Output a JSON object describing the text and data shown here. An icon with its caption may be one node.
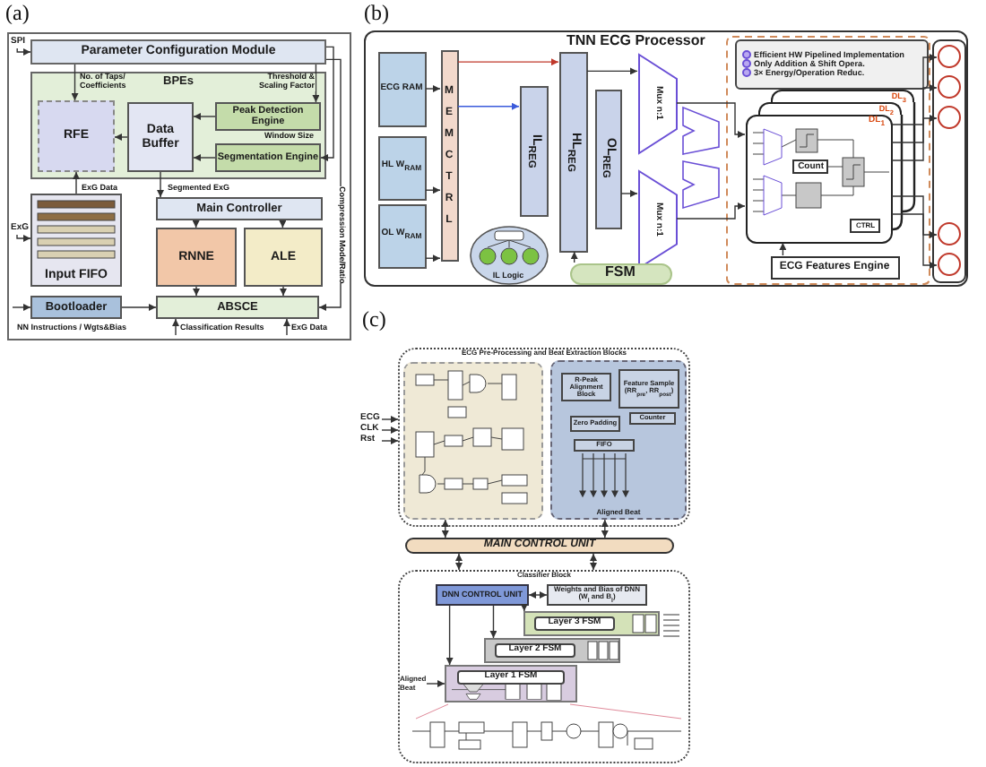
{
  "diagram": {
    "nodes": [
      {
        "text": [
          "Parameter Configuration Module"
        ]
      },
      {
        "text": [
          "BPEs"
        ]
      },
      {
        "text": [
          "RFE"
        ],
        "in": 1
      },
      {
        "text": [
          "Data Buffer"
        ],
        "in": 1
      },
      {
        "text": [
          "Peak Detection Engine"
        ],
        "in": 1
      },
      {
        "text": [
          "Segmentation Engine"
        ],
        "in": 1
      },
      {
        "text": [
          "Input FIFO"
        ]
      },
      {
        "text": [
          "Main Controller"
        ]
      },
      {
        "text": [
          "RNNE"
        ]
      },
      {
        "text": [
          "ALE"
        ]
      },
      {
        "text": [
          "Bootloader"
        ]
      },
      {
        "text": [
          "ABSCE"
        ]
      },
      {
        "text": [
          "TNN ECG Processor"
        ]
      },
      {
        "text": [
          "ECG RAM"
        ],
        "in": 12
      },
      {
        "text": [
          "HL W$_{RAM}$"
        ],
        "in": 12
      },
      {
        "text": [
          "OL W$_{RAM}$"
        ],
        "in": 12
      },
      {
        "text": [
          "MEM CTRL"
        ],
        "in": 12
      },
      {
        "text": [
          "IL$_{REG}$"
        ],
        "in": 12
      },
      {
        "text": [
          "HL$_{REG}$"
        ],
        "in": 12
      },
      {
        "text": [
          "OL$_{REG}$"
        ],
        "in": 12
      },
      {
        "text": [
          "Mux n:1"
        ],
        "in": 12
      },
      {
        "text": [
          "Mux n:1"
        ],
        "in": 12
      },
      {
        "text": [
          "IL Logic"
        ],
        "in": 12
      },
      {
        "text": [
          "FSM"
        ],
        "in": 12
      },
      {
        "text": [
          "Efficient HW Pipelined Implementation",
          "Only Addition & Shift Opera.",
          "3× Energy/Operation Reduc."
        ],
        "in": 12
      },
      {
        "text": [
          "DL$_{3}$"
        ],
        "in": 12
      },
      {
        "text": [
          "DL$_{2}$"
        ],
        "in": 12
      },
      {
        "text": [
          "DL$_{1}$"
        ],
        "in": 12
      },
      {
        "text": [
          "Count"
        ],
        "in": 27
      },
      {
        "text": [
          "CTRL"
        ],
        "in": 27
      },
      {
        "text": [
          "ECG Features Engine"
        ],
        "in": 12
      },
      {
        "text": [],
        "shape": "circle",
        "in": 12
      },
      {
        "text": [],
        "shape": "circle",
        "in": 12
      },
      {
        "text": [],
        "shape": "circle",
        "in": 12
      },
      {
        "text": [],
        "shape": "circle",
        "in": 12
      },
      {
        "text": [],
        "shape": "circle",
        "in": 12
      },
      {
        "text": [
          "ECG Pre-Processing and Beat Extraction Blocks"
        ]
      },
      {
        "text": [],
        "shape": "box",
        "in": 36
      },
      {
        "text": [
          "Aligned Beat"
        ],
        "in": 36
      },
      {
        "text": [
          "R-Peak Alignment Block"
        ],
        "in": 38
      },
      {
        "text": [
          "Feature Sample (RR$_{pre}$, RR$_{post}$)"
        ],
        "in": 38
      },
      {
        "text": [
          "Counter"
        ],
        "in": 38
      },
      {
        "text": [
          "Zero Padding"
        ],
        "in": 38
      },
      {
        "text": [
          "FIFO"
        ],
        "in": 38
      },
      {
        "text": [
          "MAIN CONTROL UNIT"
        ]
      },
      {
        "text": [
          "Classifier Block"
        ]
      },
      {
        "text": [
          "DNN CONTROL UNIT"
        ],
        "in": 45
      },
      {
        "text": [
          "Weights and Bias of DNN (W$_{l}$ and B$_{l}$)"
        ],
        "in": 45
      },
      {
        "text": [
          "Layer 3 FSM"
        ],
        "in": 45
      },
      {
        "text": [
          "Layer 2 FSM"
        ],
        "in": 45
      },
      {
        "text": [
          "Layer 1 FSM"
        ],
        "in": 45
      },
      {
        "text": [
          "ECG"
        ]
      },
      {
        "text": [
          "CLK"
        ]
      },
      {
        "text": [
          "Rst"
        ]
      },
      {
        "text": [
          "Aligned Beat"
        ],
        "in": 45
      },
      {
        "text": [
          "SPI"
        ]
      },
      {
        "text": [
          "ExG"
        ]
      }
    ],
    "edges": [
      {
        "from": 55,
        "to": 0,
        "arrow": "to"
      },
      {
        "from": 0,
        "to": 2,
        "arrow": "to",
        "label": "No. of Taps/ Coefficients"
      },
      {
        "from": 0,
        "to": 4,
        "arrow": "to",
        "label": "Threshold & Scaling Factor"
      },
      {
        "from": 4,
        "to": 3,
        "arrow": "to"
      },
      {
        "from": 5,
        "to": 3,
        "arrow": "to"
      },
      {
        "from": 3,
        "to": 2,
        "arrow": "to"
      },
      {
        "from": 6,
        "to": 2,
        "arrow": "to",
        "label": "ExG Data"
      },
      {
        "from": 3,
        "to": 7,
        "arrow": "to",
        "label": "Segmented ExG"
      },
      {
        "from": 7,
        "to": 8,
        "arrow": "to"
      },
      {
        "from": 7,
        "to": 9,
        "arrow": "to"
      },
      {
        "from": 8,
        "to": 11,
        "arrow": "to"
      },
      {
        "from": 9,
        "to": 11,
        "arrow": "to"
      },
      {
        "from": 10,
        "to": 11,
        "arrow": "to"
      },
      {
        "from": 56,
        "to": 6,
        "arrow": "to"
      },
      {
        "from": null,
        "to": 11,
        "arrow": "to",
        "label": "Classification Results"
      },
      {
        "from": null,
        "to": 11,
        "arrow": "to",
        "label": "ExG Data"
      },
      {
        "from": 0,
        "to": 5,
        "arrow": "to",
        "label": "Window Size"
      },
      {
        "from": 0,
        "to": 11,
        "arrow": "to",
        "label": "Compression Mode/Ratio"
      },
      {
        "from": null,
        "to": 10,
        "arrow": "to",
        "label": "NN Instructions / Wgts&Bias"
      },
      {
        "from": 13,
        "to": 16,
        "arrow": "to"
      },
      {
        "from": 14,
        "to": 16,
        "arrow": "to"
      },
      {
        "from": 15,
        "to": 16,
        "arrow": "to"
      },
      {
        "from": 16,
        "to": 17,
        "arrow": "to",
        "color": "#3b5bdb"
      },
      {
        "from": 16,
        "to": 18,
        "arrow": "to",
        "color": "#c0392b"
      },
      {
        "from": 18,
        "to": 20,
        "arrow": "to"
      },
      {
        "from": 19,
        "to": 21,
        "arrow": "to"
      },
      {
        "from": 23,
        "to": 18,
        "arrow": "to"
      },
      {
        "from": 20,
        "to": 27,
        "arrow": "to"
      },
      {
        "from": 21,
        "to": 27,
        "arrow": "to"
      },
      {
        "from": 30,
        "to": 27,
        "arrow": "to"
      },
      {
        "from": 27,
        "to": 31,
        "arrow": "to"
      },
      {
        "from": 27,
        "to": 32,
        "arrow": "to"
      },
      {
        "from": 27,
        "to": 33,
        "arrow": "to"
      },
      {
        "from": 27,
        "to": 34,
        "arrow": "to"
      },
      {
        "from": 27,
        "to": 35,
        "arrow": "to"
      },
      {
        "from": 51,
        "to": 36,
        "arrow": "to"
      },
      {
        "from": 52,
        "to": 36,
        "arrow": "to"
      },
      {
        "from": 53,
        "to": 36,
        "arrow": "to"
      },
      {
        "from": 37,
        "to": 44,
        "arrow": "both"
      },
      {
        "from": 38,
        "to": 44,
        "arrow": "both"
      },
      {
        "from": 44,
        "to": 45,
        "arrow": "both"
      },
      {
        "from": 44,
        "to": 45,
        "arrow": "both"
      },
      {
        "from": 46,
        "to": 47,
        "arrow": "both"
      },
      {
        "from": 46,
        "to": 50,
        "arrow": "to"
      },
      {
        "from": 46,
        "to": 49,
        "arrow": "to"
      },
      {
        "from": 46,
        "to": 48,
        "arrow": "to"
      },
      {
        "from": 54,
        "to": 50,
        "arrow": "to"
      }
    ],
    "labels": [
      "(a)",
      "(b)",
      "(c)"
    ]
  }
}
